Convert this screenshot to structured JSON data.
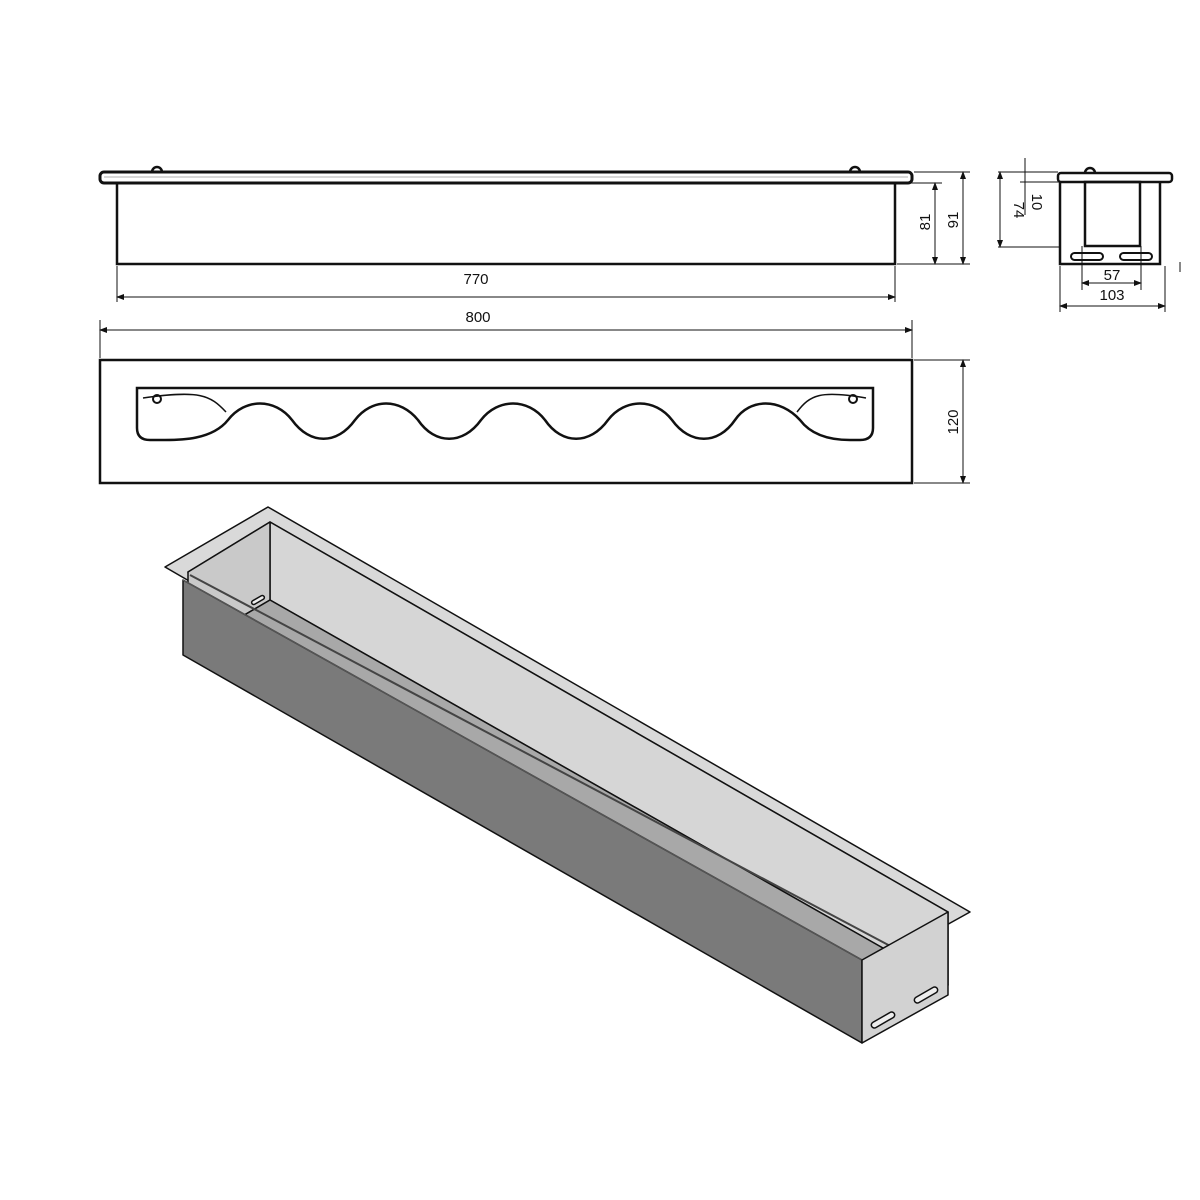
{
  "drawing": {
    "units_hidden": true,
    "colors": {
      "line": "#111111",
      "face_dark": "#7a7a7a",
      "face_mid": "#9a9a9a",
      "face_light": "#d4d4d4",
      "interior": "#bdbdbd"
    },
    "front_view": {
      "inner_length": "770",
      "inner_height": "81",
      "total_height": "91"
    },
    "top_view": {
      "total_length": "800",
      "width": "120"
    },
    "side_view": {
      "depth": "74",
      "flange": "10",
      "slot_spacing": "57",
      "body_width": "103"
    }
  }
}
